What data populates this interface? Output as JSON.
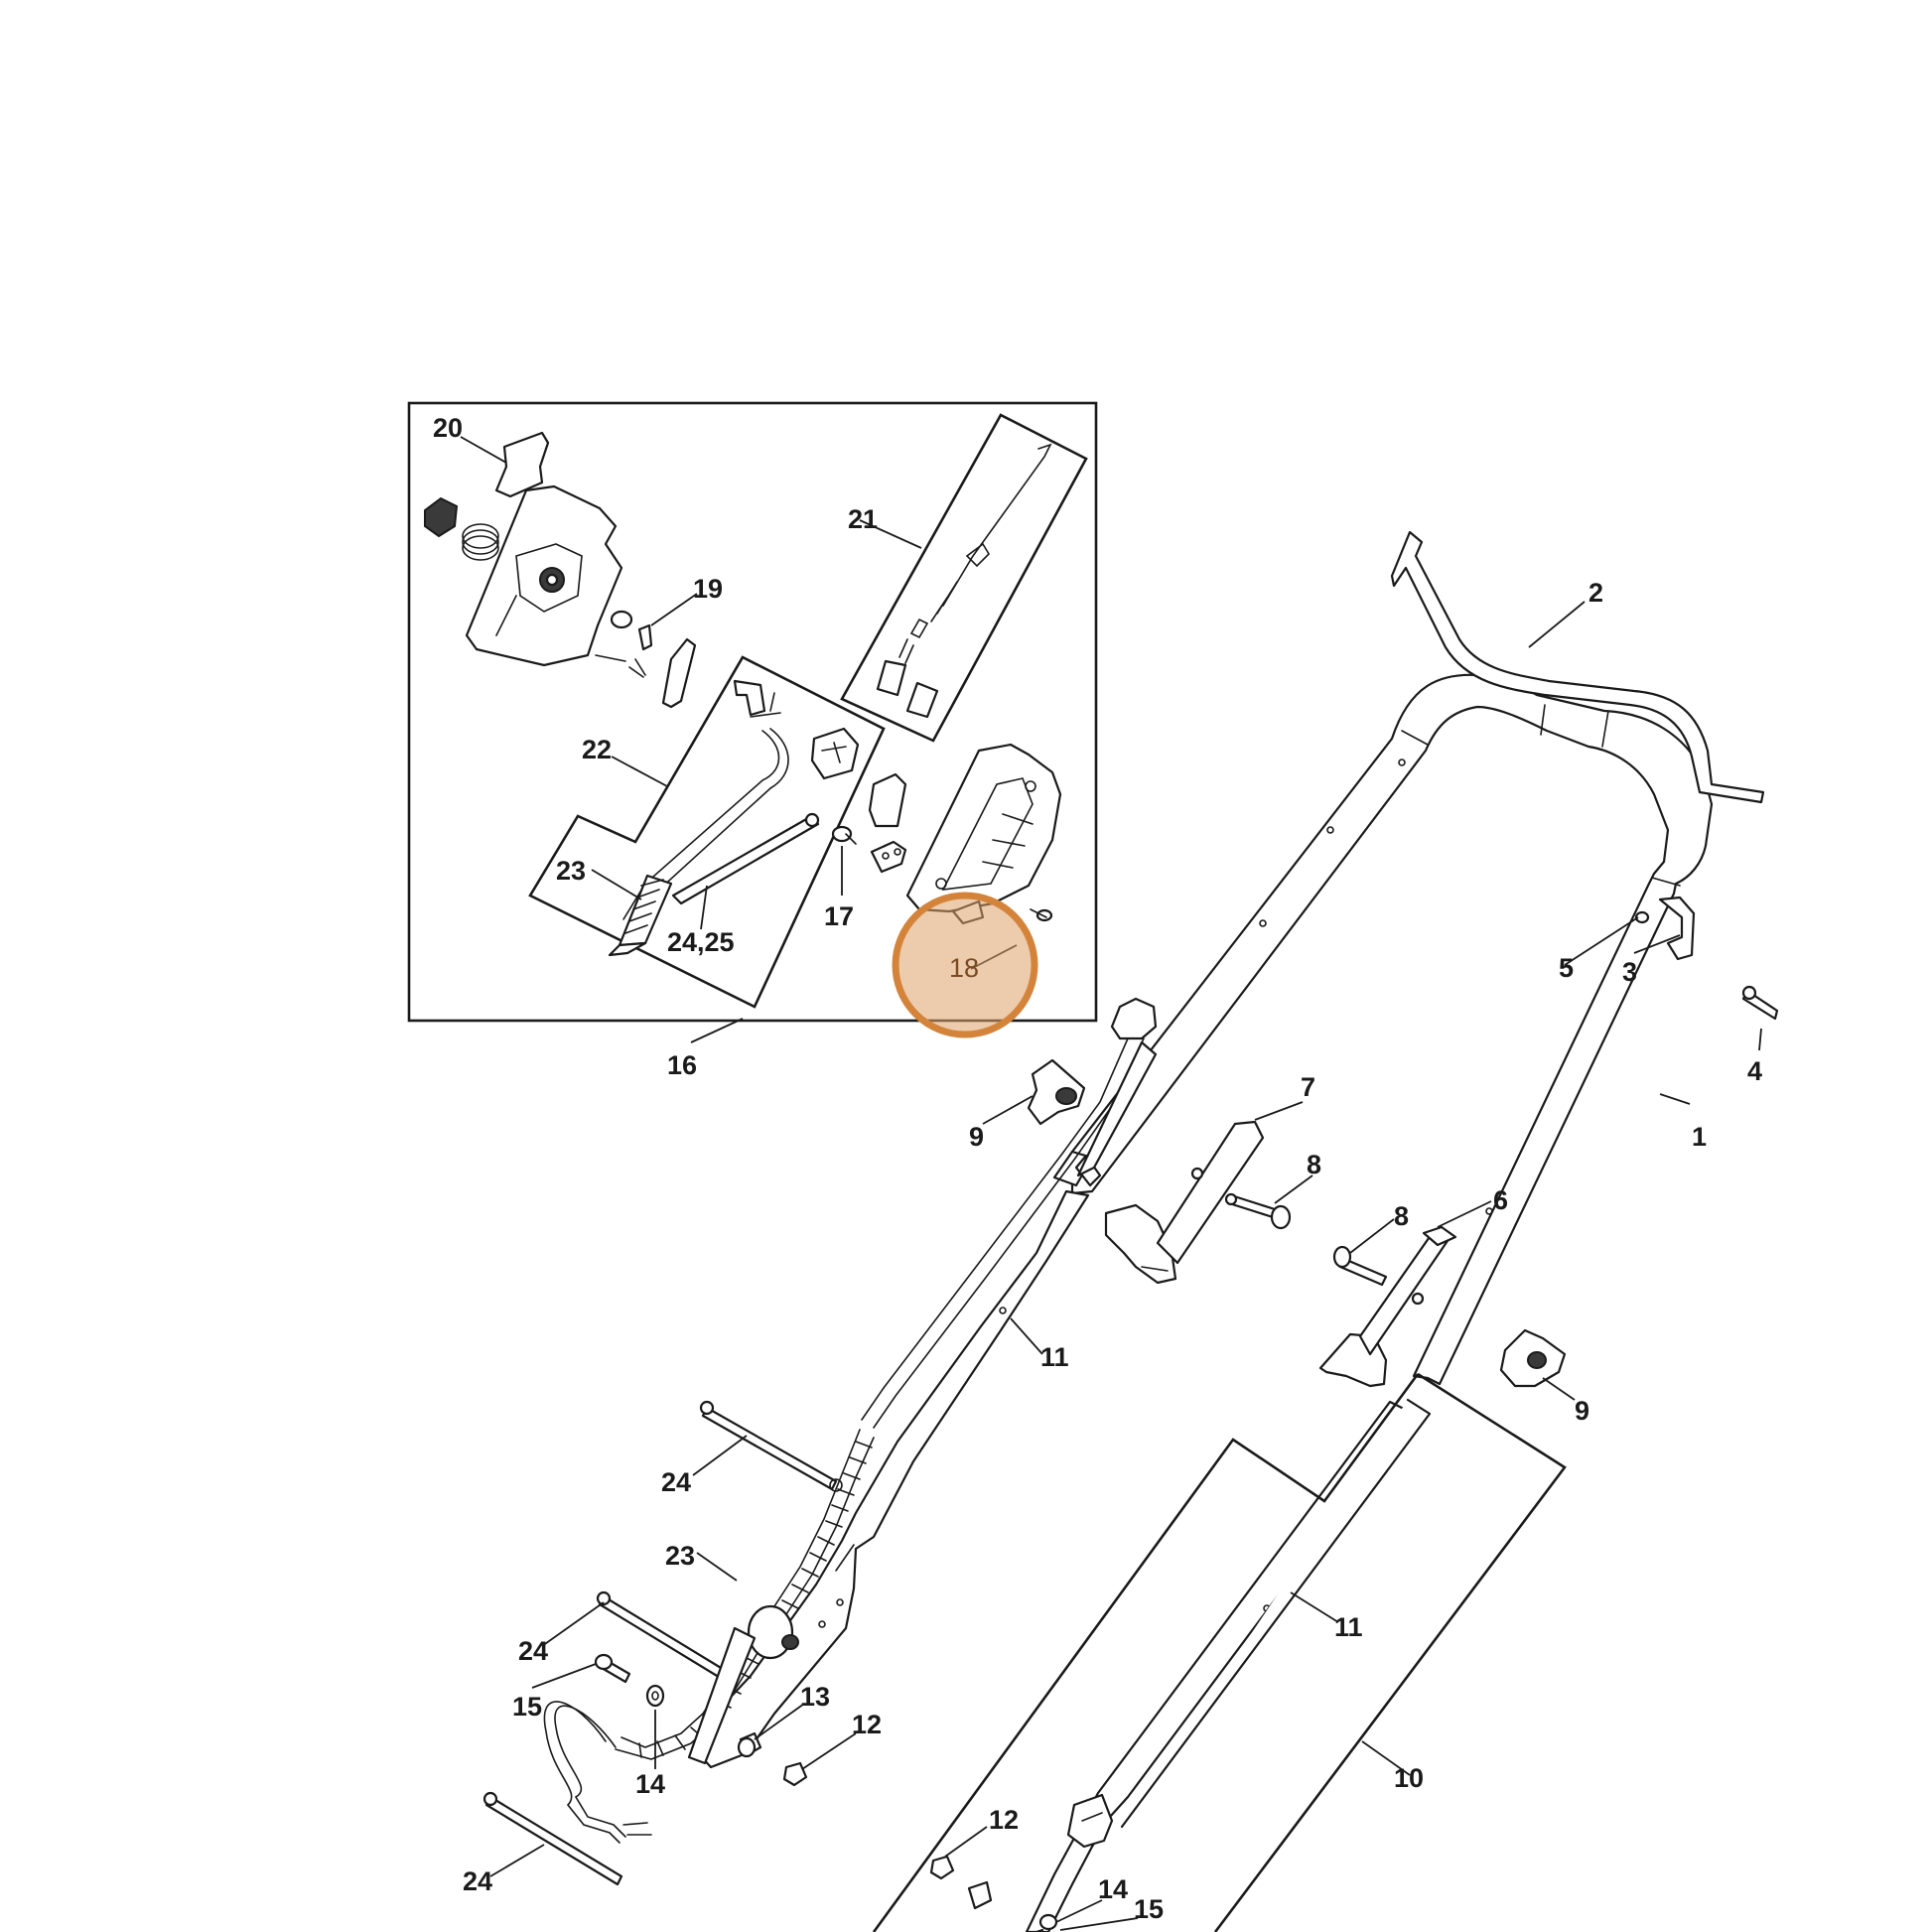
{
  "diagram": {
    "highlight_color": "#d4843a",
    "callouts": {
      "c1": "1",
      "c2": "2",
      "c3": "3",
      "c4": "4",
      "c5": "5",
      "c6": "6",
      "c7": "7",
      "c8a": "8",
      "c8b": "8",
      "c9a": "9",
      "c9b": "9",
      "c10": "10",
      "c11a": "11",
      "c11b": "11",
      "c12a": "12",
      "c12b": "12",
      "c13": "13",
      "c14a": "14",
      "c14b": "14",
      "c15a": "15",
      "c15b": "15",
      "c16": "16",
      "c17": "17",
      "c18": "18",
      "c19": "19",
      "c20": "20",
      "c21": "21",
      "c22": "22",
      "c23a": "23",
      "c23b": "23",
      "c24a": "24",
      "c24b": "24",
      "c24c": "24",
      "c2425": "24,25"
    }
  }
}
